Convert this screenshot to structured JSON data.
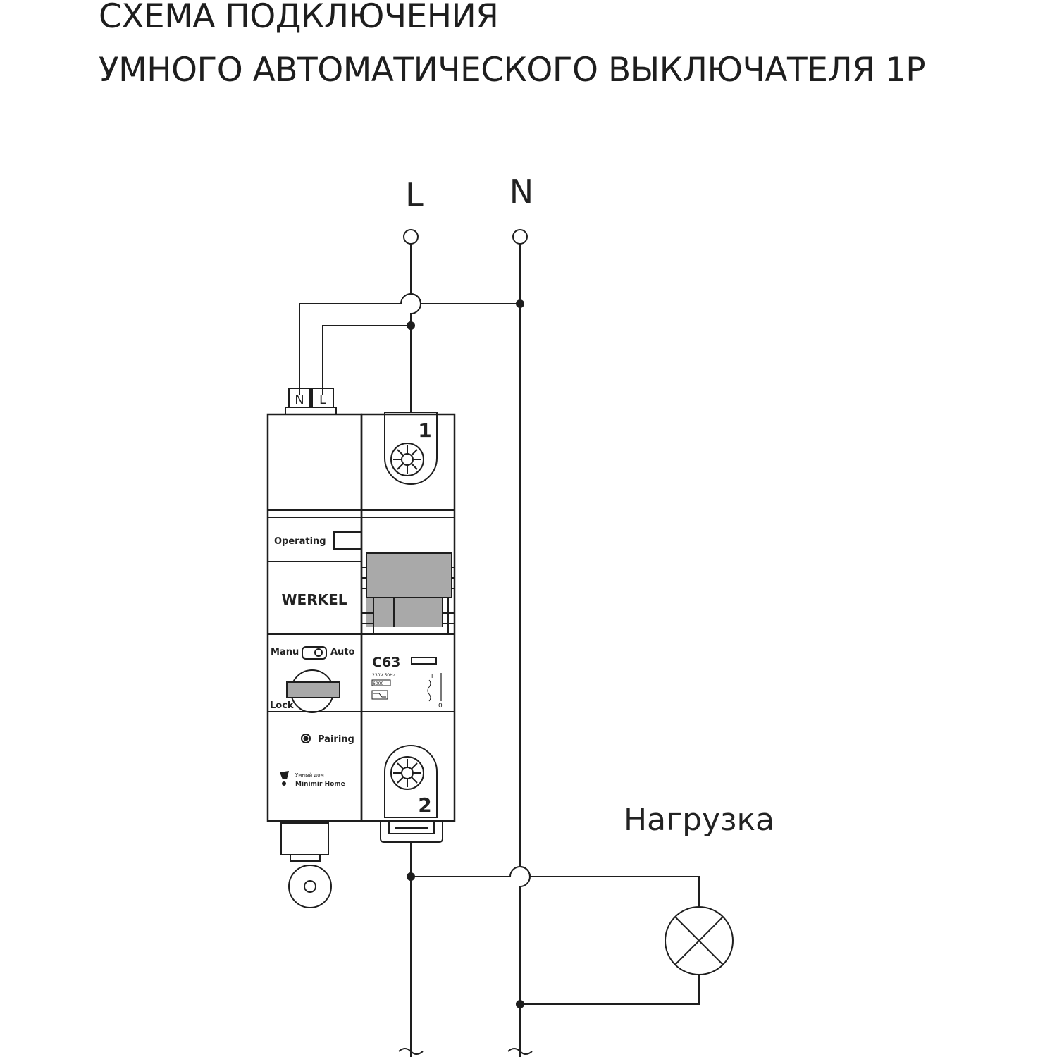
{
  "title": {
    "line1": "СХЕМА ПОДКЛЮЧЕНИЯ",
    "line2": "УМНОГО АВТОМАТИЧЕСКОГО ВЫКЛЮЧАТЕЛЯ 1Р"
  },
  "supply": {
    "L": "L",
    "N": "N"
  },
  "device": {
    "terminal_N": "N",
    "terminal_L": "L",
    "terminal_1": "1",
    "terminal_2": "2",
    "operating": "Operating",
    "brand": "WERKEL",
    "manu": "Manu",
    "auto": "Auto",
    "lock": "Lock",
    "pairing": "Pairing",
    "rating": "C63",
    "voltage": "230V 50Hz",
    "breaking": "6000",
    "pos_on": "I",
    "pos_off": "0",
    "smart_home": "Умный дом",
    "minimir": "Minimir Home"
  },
  "load_label": "Нагрузка",
  "colors": {
    "line": "#1e1e1e",
    "grey": "#a9a9a9"
  }
}
